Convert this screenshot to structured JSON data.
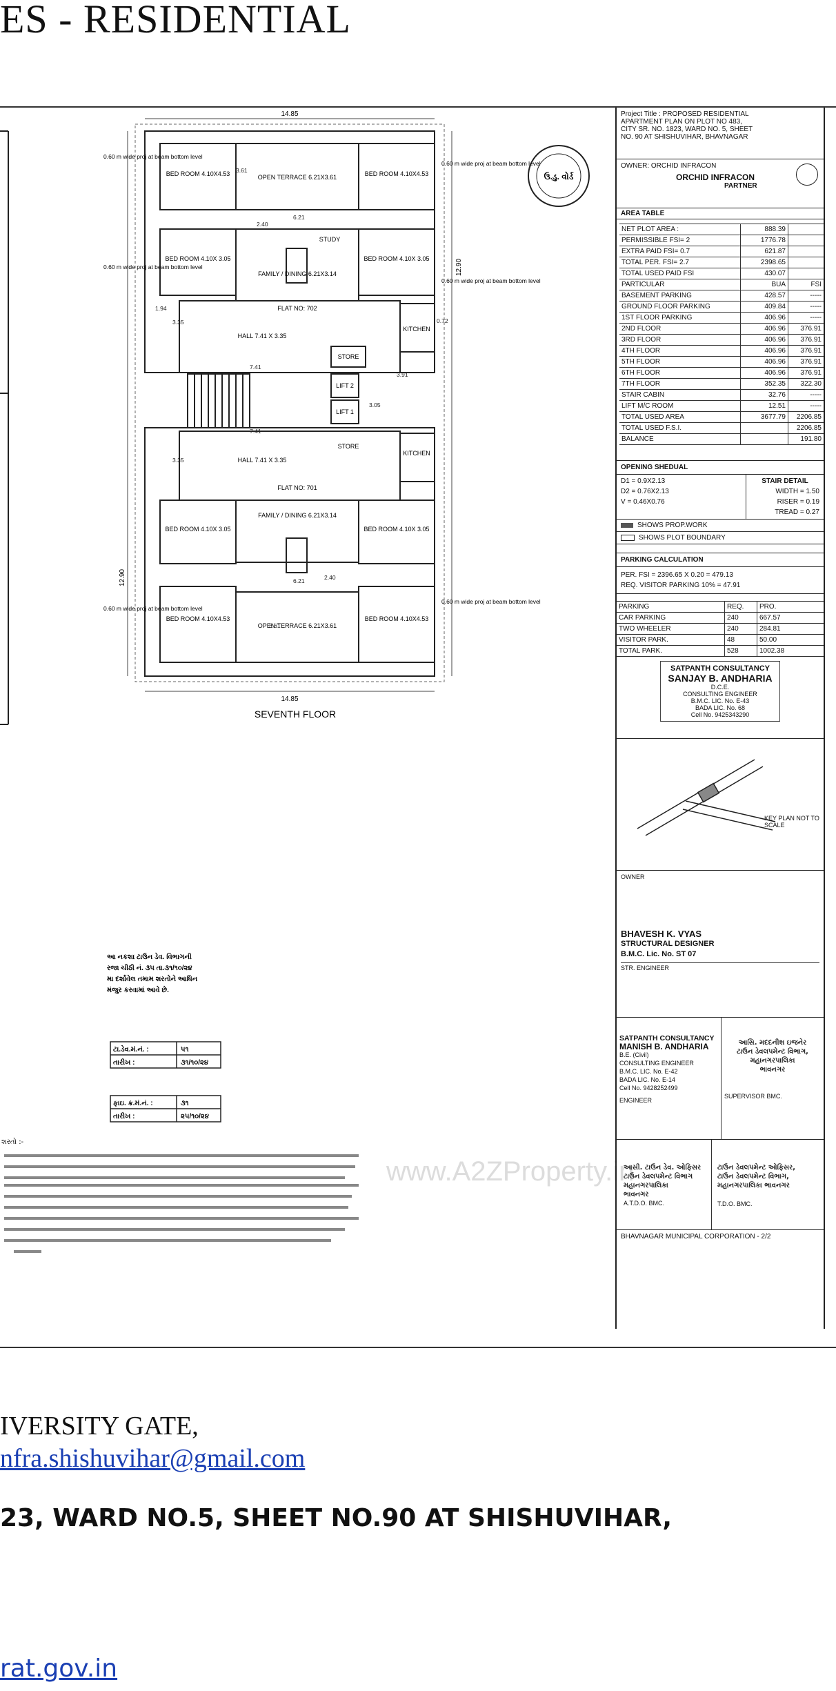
{
  "heading": "ES  - RESIDENTIAL",
  "plan": {
    "floor_title": "SEVENTH FLOOR",
    "top_dim": "14.85",
    "bottom_dim": "14.85",
    "left_dim": "12.90",
    "right_dim": "12.90",
    "beam_note": "0.60 m wide proj at beam bottom level",
    "flat_702": {
      "flat_no": "FLAT NO: 702",
      "terrace": "OPEN TERRACE 6.21X3.61",
      "bed_tl": "BED ROOM 4.10X4.53",
      "bed_tr": "BED ROOM 4.10X4.53",
      "bed_ml": "BED ROOM 4.10X 3.05",
      "bed_mr": "BED ROOM 4.10X 3.05",
      "family": "FAMILY / DINING 6.21X3.14",
      "hall": "HALL 7.41 X 3.35",
      "kitchen": "KITCHEN",
      "store": "STORE",
      "study": "STUDY"
    },
    "flat_701": {
      "flat_no": "FLAT NO: 701",
      "terrace": "OPEN TERRACE 6.21X3.61",
      "bed_bl": "BED ROOM 4.10X4.53",
      "bed_br": "BED ROOM 4.10X4.53",
      "bed_ml": "BED ROOM 4.10X 3.05",
      "bed_mr": "BED ROOM 4.10X 3.05",
      "family": "FAMILY / DINING 6.21X3.14",
      "hall": "HALL 7.41 X 3.35",
      "kitchen": "KITCHEN",
      "store": "STORE"
    },
    "lift1": "LIFT 1",
    "lift2": "LIFT 2",
    "dims": [
      "2.40",
      "2.40",
      "7.41",
      "7.41",
      "6.21",
      "6.21",
      "3.35",
      "3.35",
      "3.91",
      "3.05",
      "3.61",
      "3.61",
      "1.94",
      "0.72"
    ]
  },
  "gujarati_notes": {
    "approval_1": "આ નકશા ટાઉન ડેવ. વિભાગની",
    "approval_2": "રજા ચીઠી નં. ૩૫ તા.૩૧/૧૦/૨૪",
    "approval_3": "મા દર્શાવેલ તમામ શરતોને આધિન",
    "approval_4": "મંજુર કરવામાં આવે છે.",
    "box1_label": "ટા.ડેવ.મં.નં. :",
    "box1_value": "૫૧",
    "box1_date_label": "તારીખ :",
    "box1_date": "૩૧/૧૦/૨૪",
    "box2_label": "ફાઇ. ક્ર.મં.નં. :",
    "box2_value": "૩૧",
    "box2_date_label": "તારીખ :",
    "box2_date": "૨૫/૧૦/૨૪",
    "notes_title": "શરતો :-"
  },
  "watermark": "www.A2ZProperty.in",
  "title_block": {
    "project_title": "Project Title : PROPOSED RESIDENTIAL APARTMENT PLAN ON PLOT NO 483, CITY SR. NO. 1823, WARD NO. 5, SHEET NO. 90 AT SHISHUVIHAR, BHAVNAGAR",
    "owner": "OWNER:  ORCHID INFRACON",
    "owner_sign": "ORCHID INFRACON",
    "partner": "PARTNER",
    "area_table": "AREA TABLE",
    "area_rows": [
      [
        "NET PLOT AREA :",
        "888.39",
        ""
      ],
      [
        "PERMISSIBLE FSI= 2",
        "1776.78",
        ""
      ],
      [
        "EXTRA PAID FSI= 0.7",
        "621.87",
        ""
      ],
      [
        "TOTAL PER. FSI= 2.7",
        "2398.65",
        ""
      ],
      [
        "TOTAL USED PAID FSI",
        "430.07",
        ""
      ],
      [
        "PARTICULAR",
        "BUA",
        "FSI"
      ],
      [
        "BASEMENT PARKING",
        "428.57",
        "-----"
      ],
      [
        "GROUND FLOOR PARKING",
        "409.84",
        "-----"
      ],
      [
        "1ST FLOOR PARKING",
        "406.96",
        "-----"
      ],
      [
        "2ND FLOOR",
        "406.96",
        "376.91"
      ],
      [
        "3RD FLOOR",
        "406.96",
        "376.91"
      ],
      [
        "4TH FLOOR",
        "406.96",
        "376.91"
      ],
      [
        "5TH FLOOR",
        "406.96",
        "376.91"
      ],
      [
        "6TH FLOOR",
        "406.96",
        "376.91"
      ],
      [
        "7TH FLOOR",
        "352.35",
        "322.30"
      ],
      [
        "STAIR CABIN",
        "32.76",
        "-----"
      ],
      [
        "LIFT M/C ROOM",
        "12.51",
        "-----"
      ],
      [
        "TOTAL USED AREA",
        "3677.79",
        "2206.85"
      ],
      [
        "TOTAL USED F.S.I.",
        "",
        "2206.85"
      ],
      [
        "BALANCE",
        "",
        "191.80"
      ]
    ],
    "opening_title": "OPENING SHEDUAL",
    "opening": [
      "D1 = 0.9X2.13",
      "D2 = 0.76X2.13",
      "V = 0.46X0.76"
    ],
    "stair_title": "STAIR DETAIL",
    "stair": [
      "WIDTH = 1.50",
      "RISER = 0.19",
      "TREAD = 0.27"
    ],
    "legend_prop": "SHOWS PROP.WORK",
    "legend_boundary": "SHOWS PLOT BOUNDARY",
    "parking_title": "PARKING CALCULATION",
    "parking_calc": [
      "PER. FSI = 2396.65 X 0.20 = 479.13",
      "REQ. VISITOR PARKING 10% = 47.91"
    ],
    "parking_rows": [
      [
        "PARKING",
        "REQ.",
        "PRO."
      ],
      [
        "CAR PARKING",
        "240",
        "667.57"
      ],
      [
        "TWO WHEELER",
        "240",
        "284.81"
      ],
      [
        "VISITOR PARK.",
        "48",
        "50.00"
      ],
      [
        "TOTAL PARK.",
        "528",
        "1002.38"
      ]
    ],
    "consultancy": "SATPANTH CONSULTANCY",
    "consultant_name": "SANJAY B. ANDHARIA",
    "consultant_lines": [
      "D.C.E.",
      "CONSULTING ENGINEER",
      "B.M.C. LIC. No. E-43",
      "BADA LIC. No. 68",
      "Cell No. 9425343290"
    ],
    "key_plan": "KEY PLAN NOT TO SCALE",
    "owner_label": "OWNER",
    "structural_name": "BHAVESH K. VYAS",
    "structural_title": "STRUCTURAL DESIGNER",
    "structural_lic": "B.M.C. Lic. No. ST 07",
    "str_engineer": "STR. ENGINEER",
    "eng_consultancy": "SATPANTH CONSULTANCY",
    "eng_name": "MANISH B. ANDHARIA",
    "eng_lines": [
      "B.E. (Civil)",
      "CONSULTING ENGINEER",
      "B.M.C. LIC. No. E-42",
      "BADA LIC. No. E-14",
      "Cell No. 9428252499"
    ],
    "engineer_label": "ENGINEER",
    "supervisor_label": "SUPERVISOR BMC.",
    "supervisor_stamp": [
      "આસિ. મદદનીશ ઇજનેર",
      "ટાઉન ડેવલપમેન્ટ વિભાગ,",
      "મહાનગરપાલિકા",
      "ભાવનગર"
    ],
    "atdo_stamp": [
      "આસી. ટાઉન ડેવ. ઓફિસર",
      "ટાઉન ડેવલપમેન્ટ વિભાગ",
      "મહાનગરપાલિકા",
      "ભાવનગર"
    ],
    "atdo_label": "A.T.D.O. BMC.",
    "tdo_stamp": [
      "ટાઉન ડેવલપમેન્ટ ઓફિસર,",
      "ટાઉન ડેવલપમેન્ટ વિભાગ,",
      "મહાનગરપાલિકા ભાવનગર"
    ],
    "tdo_label": "T.D.O. BMC.",
    "corporation": "BHAVNAGAR MUNICIPAL CORPORATION - 2/2",
    "seal": "ઉ.ડુ. વોર્ડ"
  },
  "footer": {
    "line1": "IVERSITY GATE,",
    "email": "nfra.shishuvihar@gmail.com",
    "line3": "23, WARD NO.5,  SHEET NO.90 AT SHISHUVIHAR,",
    "website": "rat.gov.in"
  }
}
